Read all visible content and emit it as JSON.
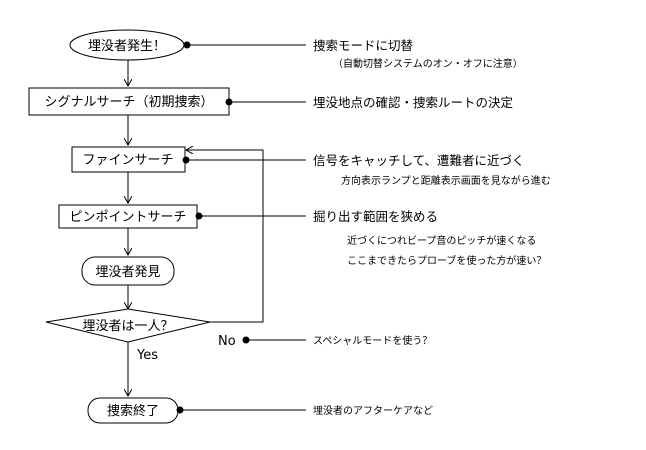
{
  "steps": {
    "burial": "埋没者発生！",
    "signal_search": "シグナルサーチ（初期捜索）",
    "fine_search": "ファインサーチ",
    "pinpoint_search": "ピンポイントサーチ",
    "found": "埋没者発見",
    "decision": "埋没者は一人？",
    "end": "捜索終了"
  },
  "branches": {
    "yes": "Yes",
    "no": "No"
  },
  "notes": {
    "n1": "捜索モードに切替",
    "n1_sub": "（自動切替システムのオン・オフに注意）",
    "n2": "埋没地点の確認・捜索ルートの決定",
    "n3": "信号をキャッチして、遭難者に近づく",
    "n3_sub": "方向表示ランプと距離表示画面を見ながら進む",
    "n4": "掘り出す範囲を狭める",
    "n4_sub1": "近づくにつれビープ音のピッチが速くなる",
    "n4_sub2": "ここまできたらプローブを使った方が速い？",
    "n5": "スペシャルモードを使う？",
    "n6": "埋没者のアフターケアなど"
  }
}
